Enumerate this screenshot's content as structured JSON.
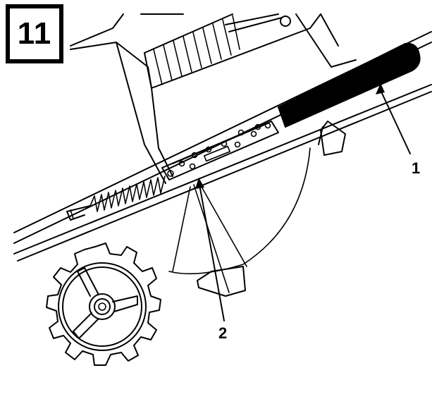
{
  "figure": {
    "number": "11"
  },
  "callouts": [
    {
      "id": "1",
      "label": "1",
      "target": "handle-grip"
    },
    {
      "id": "2",
      "label": "2",
      "target": "adjustment-plate"
    }
  ]
}
